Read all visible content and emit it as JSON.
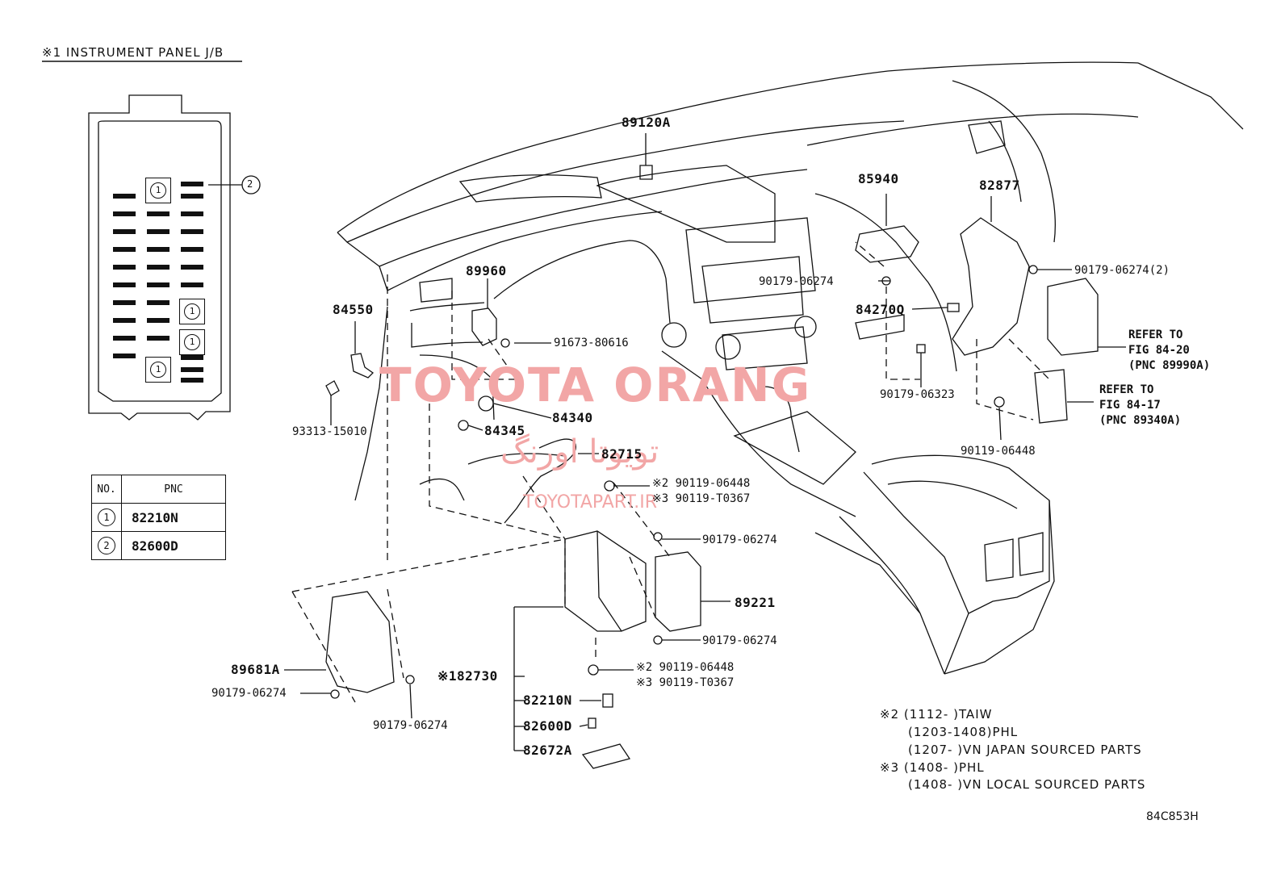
{
  "header": {
    "title": "※1 INSTRUMENT PANEL J/B"
  },
  "fuse_box": {
    "callout": "2",
    "marker": "1"
  },
  "pnc_table": {
    "headers": [
      "NO.",
      "PNC"
    ],
    "rows": [
      {
        "no": "1",
        "pnc": "82210N"
      },
      {
        "no": "2",
        "pnc": "82600D"
      }
    ]
  },
  "parts": {
    "p89120A": "89120A",
    "p85940": "85940",
    "p82877": "82877",
    "p89960": "89960",
    "p84550": "84550",
    "p91673": "91673-80616",
    "p84340": "84340",
    "p84345": "84345",
    "p93313": "93313-15010",
    "p82715": "82715",
    "p90179_a": "90179-06274",
    "p90179_2": "90179-06274(2)",
    "p84270Q": "84270Q",
    "p90179_06323": "90179-06323",
    "p90119_06448": "90119-06448",
    "p2_90119_a": "※2 90119-06448",
    "p3_90119_a": "※3 90119-T0367",
    "p90179_b": "90179-06274",
    "p89221": "89221",
    "p90179_c": "90179-06274",
    "p2_90119_b": "※2 90119-06448",
    "p3_90119_b": "※3 90119-T0367",
    "p82730": "※182730",
    "p82210N": "82210N",
    "p82600D": "82600D",
    "p82672A": "82672A",
    "p89681A": "89681A",
    "p90179_d": "90179-06274",
    "p90179_e": "90179-06274"
  },
  "refer1": {
    "line1": "REFER TO",
    "line2": "FIG 84-20",
    "line3": "(PNC 89990A)"
  },
  "refer2": {
    "line1": "REFER TO",
    "line2": "FIG 84-17",
    "line3": "(PNC 89340A)"
  },
  "notes": [
    "※2 (1112-     )TAIW",
    "(1203-1408)PHL",
    "(1207-     )VN JAPAN SOURCED PARTS",
    "※3 (1408-     )PHL",
    "(1408-     )VN LOCAL SOURCED PARTS"
  ],
  "figure_code": "84C853H",
  "watermark": {
    "main": "TOYOTA ORANG",
    "persian": "تویوتا اورنگ",
    "site": "TOYOTAPART.IR"
  }
}
